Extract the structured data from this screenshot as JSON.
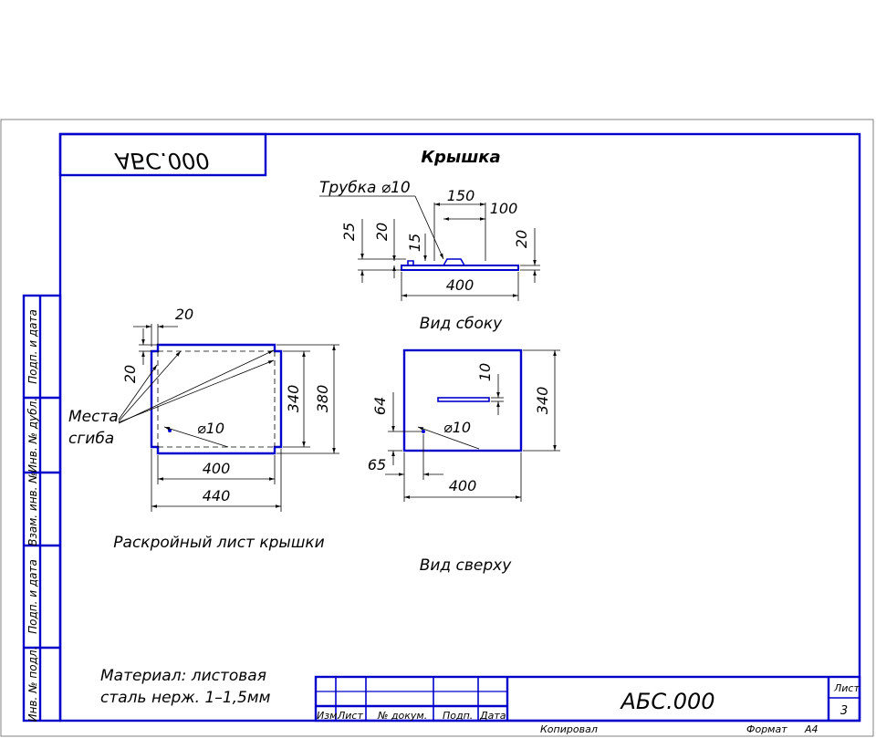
{
  "drawing": {
    "title": "Крышка",
    "doc_code": "АБС.000",
    "doc_code_mirrored": "АБС.000",
    "material_line1": "Материал: листовая",
    "material_line2": "сталь нерж. 1–1,5мм"
  },
  "side_view": {
    "caption": "Вид сбоку",
    "tube_label": "Трубка ⌀10",
    "dims": {
      "d150": "150",
      "d100": "100",
      "d25": "25",
      "d20a": "20",
      "d15": "15",
      "d20b": "20",
      "d400": "400"
    }
  },
  "blank": {
    "caption": "Раскройный лист крышки",
    "bend_label_line1": "Места",
    "bend_label_line2": "сгиба",
    "dims": {
      "d20top": "20",
      "d20left": "20",
      "d340": "340",
      "d380": "380",
      "d400": "400",
      "d440": "440",
      "hole": "⌀10"
    }
  },
  "top_view": {
    "caption": "Вид сверху",
    "dims": {
      "d10": "10",
      "d64": "64",
      "d65": "65",
      "d340": "340",
      "d400": "400",
      "hole": "⌀10"
    }
  },
  "left_strip": {
    "cells": [
      "Подп. и дата",
      "Инв. № дубл.",
      "Взам. инв. №",
      "Подп. и дата",
      "Инв. № подл."
    ]
  },
  "title_block": {
    "headers": [
      "Изм.",
      "Лист",
      "№ докум.",
      "Подп.",
      "Дата"
    ],
    "code": "АБС.000",
    "sheet_label": "Лист",
    "sheet_number": "3",
    "copied": "Копировал",
    "format_label": "Формат",
    "format_value": "А4"
  },
  "colors": {
    "frame": "#0000cc",
    "outer_border": "#808080",
    "ink": "#000000"
  }
}
